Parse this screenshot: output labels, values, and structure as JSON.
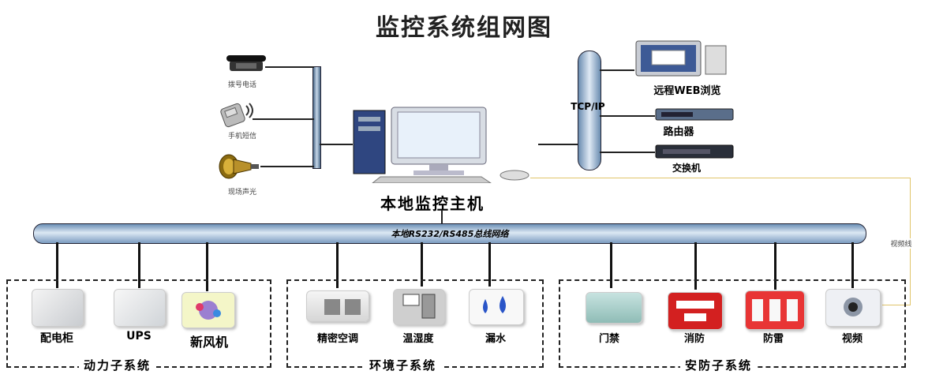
{
  "title": "监控系统组网图",
  "alarm_devices": [
    {
      "label": "拨号电话"
    },
    {
      "label": "手机短信"
    },
    {
      "label": "现场声光"
    }
  ],
  "host_label": "本地监控主机",
  "tcp_label": "TCP/IP",
  "network_devices": [
    {
      "label": "远程WEB浏览"
    },
    {
      "label": "路由器"
    },
    {
      "label": "交换机"
    }
  ],
  "bus_label": "本地RS232/RS485总线网络",
  "side_label": "视频线",
  "groups": [
    {
      "title": "动力子系统",
      "items": [
        {
          "label": "配电柜"
        },
        {
          "label": "UPS"
        },
        {
          "label": "新风机"
        }
      ]
    },
    {
      "title": "环境子系统",
      "items": [
        {
          "label": "精密空调"
        },
        {
          "label": "温湿度"
        },
        {
          "label": "漏水"
        }
      ]
    },
    {
      "title": "安防子系统",
      "items": [
        {
          "label": "门禁"
        },
        {
          "label": "消防"
        },
        {
          "label": "防雷"
        },
        {
          "label": "视频"
        }
      ]
    }
  ],
  "colors": {
    "pipe": "#9db8d6",
    "video_line": "#e0c46a",
    "fire_red": "#d32020"
  }
}
